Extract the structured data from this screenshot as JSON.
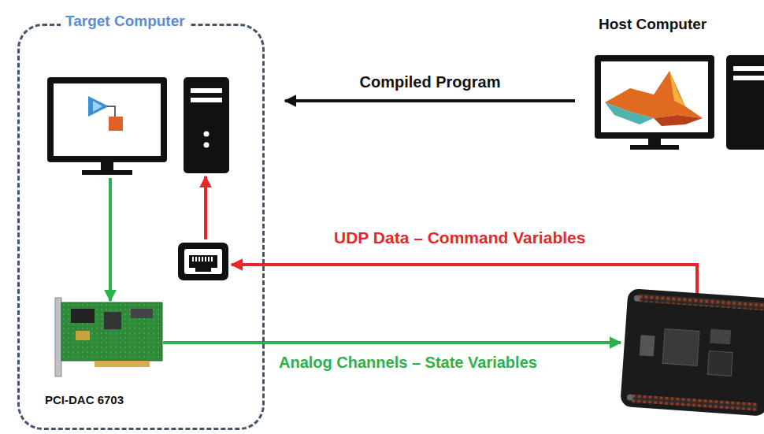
{
  "diagram": {
    "nodes": [
      {
        "text": [
          "Target Computer"
        ]
      },
      {
        "text": [
          "Host Computer"
        ]
      },
      {
        "text": [
          "PCI-DAC 6703"
        ],
        "in": 0
      }
    ],
    "edges": [
      {
        "from": 1,
        "to": 0,
        "arrow": "to",
        "label": "Compiled Program"
      }
    ],
    "labels": [
      "UDP Data – Command Variables",
      "Analog Channels – State Variables"
    ]
  }
}
